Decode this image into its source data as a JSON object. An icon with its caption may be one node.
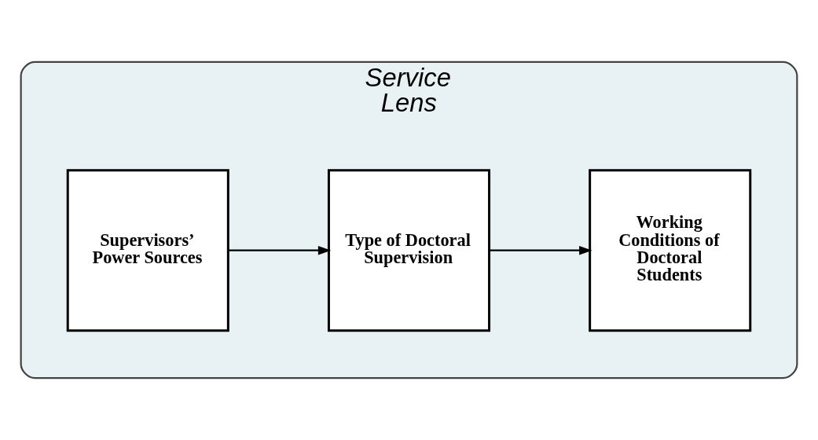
{
  "diagram": {
    "nodes": [
      {
        "text": [
          "Service",
          "Lens"
        ]
      },
      {
        "text": [
          "Supervisors’ Power Sources"
        ],
        "in": 0
      },
      {
        "text": [
          "Type of Doctoral Supervision"
        ],
        "in": 0
      },
      {
        "text": [
          "Working Conditions of Doctoral Students"
        ],
        "in": 0
      }
    ],
    "edges": [
      {
        "from": 1,
        "to": 2,
        "arrow": "to"
      },
      {
        "from": 2,
        "to": 3,
        "arrow": "to"
      }
    ]
  }
}
